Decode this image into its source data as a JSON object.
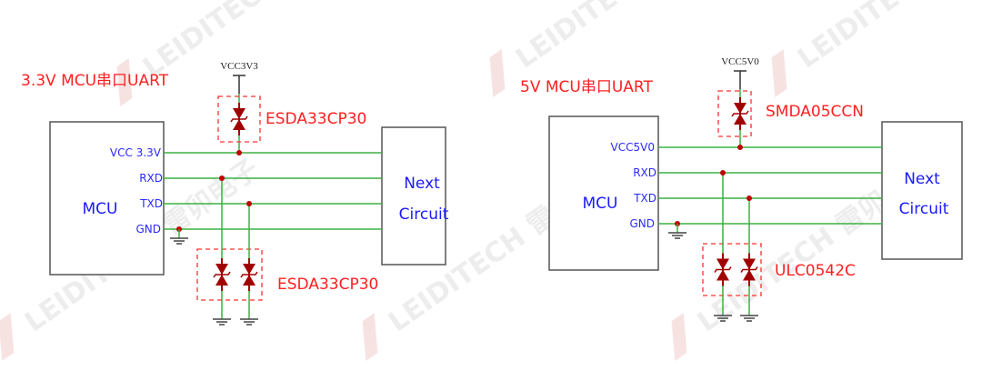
{
  "watermark": {
    "brand": "LEIDITECH",
    "cn": "雷卯电子"
  },
  "circuits": [
    {
      "title": "3.3V MCU串口UART",
      "supply_label": "VCC3V3",
      "mcu_label": "MCU",
      "next_label_line1": "Next",
      "next_label_line2": "Circuit",
      "pins": [
        "VCC 3.3V",
        "RXD",
        "TXD",
        "GND"
      ],
      "supply_tvs_part": "ESDA33CP30",
      "signal_tvs_part": "ESDA33CP30"
    },
    {
      "title": "5V MCU串口UART",
      "supply_label": "VCC5V0",
      "mcu_label": "MCU",
      "next_label_line1": "Next",
      "next_label_line2": "Circuit",
      "pins": [
        "VCC5V0",
        "RXD",
        "TXD",
        "GND"
      ],
      "supply_tvs_part": "SMDA05CCN",
      "signal_tvs_part": "ULC0542C"
    }
  ],
  "colors": {
    "wire": "#3cb043",
    "tvs": "#a00000",
    "label_red": "#ff2020",
    "label_blue": "#1a1aff"
  }
}
